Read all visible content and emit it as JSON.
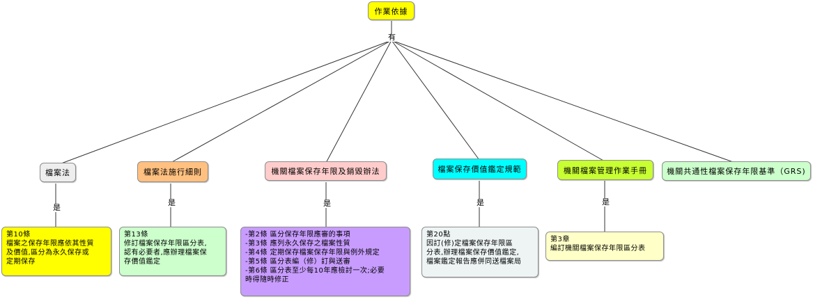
{
  "root": {
    "label": "作業依據",
    "color": "#ffff00"
  },
  "hub_label": "有",
  "link_label": "是",
  "nodes": [
    {
      "label": "檔案法",
      "color": "#eeeeee"
    },
    {
      "label": "檔案法施行細則",
      "color": "#ffc080"
    },
    {
      "label": "機關檔案保存年限及銷毀辦法",
      "color": "#ffcccc"
    },
    {
      "label": "檔案保存價值鑑定規範",
      "color": "#00ffff"
    },
    {
      "label": "機關檔案管理作業手冊",
      "color": "#c8ff32"
    },
    {
      "label": "機關共通性檔案保存年限基準（GRS)",
      "color": "#ccffcc"
    }
  ],
  "leaves": [
    {
      "color": "#ffff00",
      "lines": [
        "第10條",
        "檔案之保存年限應依其性質",
        "及價值,區分為永久保存或",
        "定期保存"
      ]
    },
    {
      "color": "#ccffcc",
      "lines": [
        "第13條",
        "修訂檔案保存年限區分表,",
        "認有必要者,應辦理檔案保",
        "存價值鑑定"
      ]
    },
    {
      "color": "#c89cff",
      "lines": [
        "-第2條  區分保存年限應審的事項",
        "-第3條  應列永久保存之檔案性質",
        "-第4條  定期保存檔案保存年限與例外規定",
        "-第5條  區分表編（修）訂與送審",
        "-第6條  區分表至少每10年應檢討一次;必要",
        "時得隨時修正"
      ]
    },
    {
      "color": "#eef4f4",
      "lines": [
        "第20點",
        "因訂(修)定檔案保存年限區",
        "分表,辦理檔案保存價值鑑定,",
        "檔案鑑定報告應併同送檔案局"
      ]
    },
    {
      "color": "#ffffc8",
      "lines": [
        "第3章",
        "編訂機關檔案保存年限區分表"
      ]
    }
  ]
}
